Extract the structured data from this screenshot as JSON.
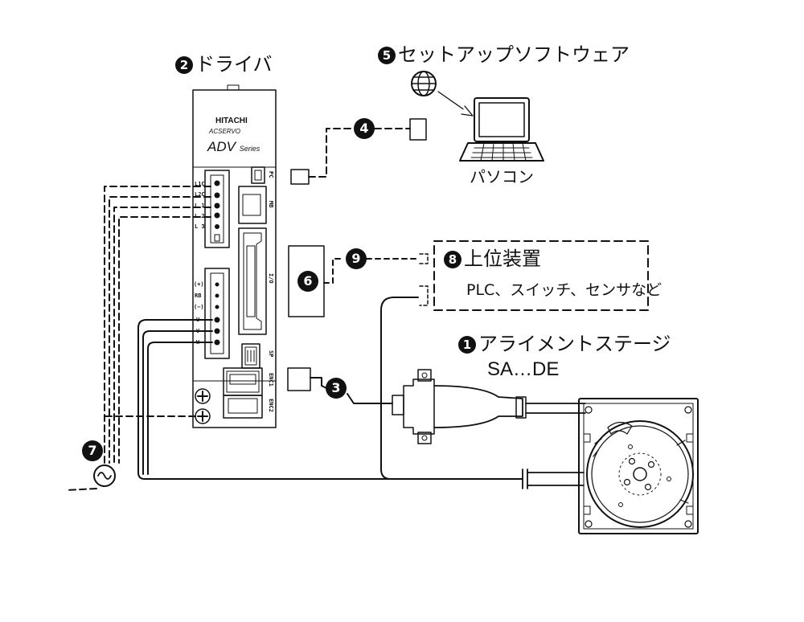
{
  "labels": {
    "driver": {
      "num": "2",
      "text": "ドライバ"
    },
    "software": {
      "num": "5",
      "text": "セットアップソフトウェア"
    },
    "pc": "パソコン",
    "host": {
      "num": "8",
      "text": "上位装置",
      "sub": "PLC、スイッチ、センサなど"
    },
    "stage": {
      "num": "1",
      "text": "アライメントステージ",
      "model": "SA…DE"
    }
  },
  "badges": {
    "b3": "3",
    "b4": "4",
    "b6": "6",
    "b7": "7",
    "b9": "9"
  },
  "driver_panel": {
    "brand": "HITACHI",
    "sub": "ACSERVO",
    "series": "ADV",
    "series_suffix": "Series",
    "power_terminals": [
      "L1C",
      "L2C",
      "L 1",
      "L 2",
      "L 3"
    ],
    "motor_terminals": [
      "(+)",
      "RB",
      "(−)",
      "U",
      "V",
      "W"
    ],
    "ports": {
      "pc": "PC",
      "mb": "MB",
      "io": "I/O",
      "sp": "SP",
      "enc1": "ENC1",
      "enc2": "ENC2"
    }
  },
  "icons": [
    "globe-icon",
    "laptop-icon",
    "ac-power-icon"
  ]
}
